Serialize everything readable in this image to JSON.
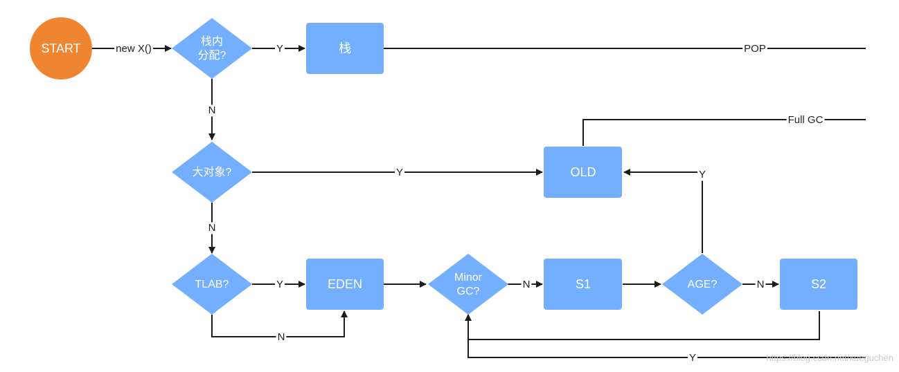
{
  "colors": {
    "node_fill": "#74afff",
    "start_fill": "#f08531",
    "line": "#1b1b1b",
    "label_bg": "#ffffff"
  },
  "nodes": {
    "start": "START",
    "stack_q": "栈内\n分配?",
    "stack": "栈",
    "large_q": "大对象?",
    "old": "OLD",
    "tlab_q": "TLAB?",
    "eden": "EDEN",
    "minor_q": "Minor\nGC?",
    "s1": "S1",
    "age_q": "AGE?",
    "s2": "S2"
  },
  "edges": {
    "new_x": "new X()",
    "stack_y": "Y",
    "pop": "POP",
    "stack_n": "N",
    "full_gc": "Full GC",
    "large_y": "Y",
    "age_y": "Y",
    "large_n": "N",
    "tlab_y": "Y",
    "tlab_n": "N",
    "minor_n": "N",
    "age_n": "N",
    "minor_y": "Y"
  },
  "watermark": "https://blog.csdn.net/xueguchen"
}
